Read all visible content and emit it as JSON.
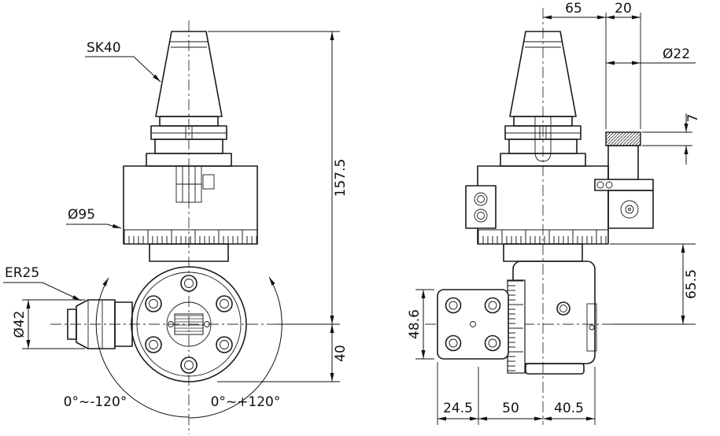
{
  "colors": {
    "background": "#ffffff",
    "line": "#1a1a1a"
  },
  "front_view": {
    "taper_label": "SK40",
    "body_diameter": "Ø95",
    "collet_label": "ER25",
    "collet_diameter": "Ø42",
    "overall_height": "157.5",
    "lower_height": "40",
    "swing_left": "0°~-120°",
    "swing_right": "0°~+120°"
  },
  "side_view": {
    "offset_65": "65",
    "offset_20": "20",
    "knob_diameter": "Ø22",
    "step_7": "7",
    "height_65_5": "65.5",
    "plate_48_6": "48.6",
    "bottom_24_5": "24.5",
    "bottom_50": "50",
    "bottom_40_5": "40.5"
  }
}
